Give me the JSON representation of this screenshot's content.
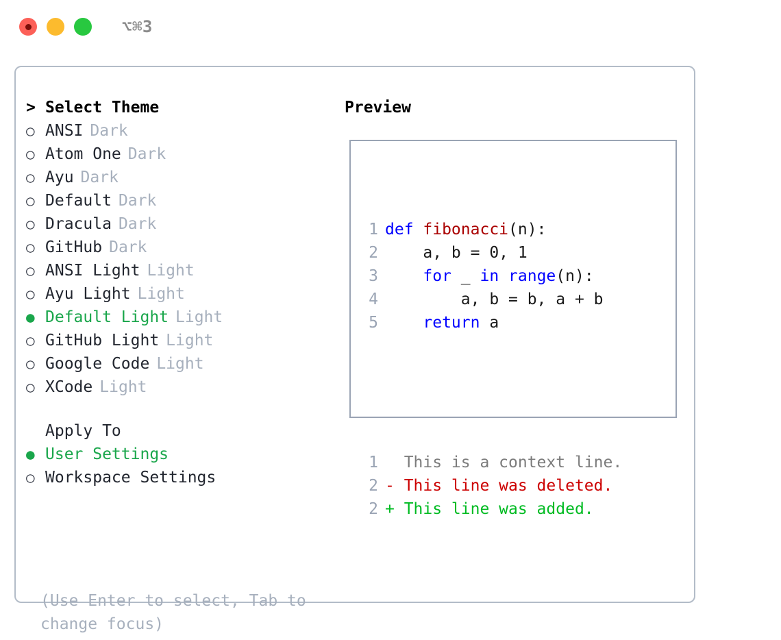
{
  "titlebar": {
    "shortcut": "⌥⌘3",
    "buttons": [
      {
        "name": "close",
        "color": "#fc6058"
      },
      {
        "name": "minimize",
        "color": "#fcbb2e"
      },
      {
        "name": "maximize",
        "color": "#28c840"
      }
    ]
  },
  "colors": {
    "selected_green": "#1aa64b",
    "muted_gray": "#a7b0bd",
    "border": "#b3bcc8",
    "preview_border": "#9aa4b4",
    "keyword_blue": "#0000ff",
    "function_red": "#aa0000",
    "diff_delete": "#cc0000",
    "diff_add": "#00bb22"
  },
  "theme_list": {
    "header_marker": ">",
    "header": "Select Theme",
    "marker_unselected": "○",
    "marker_selected": "●",
    "items": [
      {
        "label": "ANSI",
        "tag": "Dark",
        "selected": false
      },
      {
        "label": "Atom One",
        "tag": "Dark",
        "selected": false
      },
      {
        "label": "Ayu",
        "tag": "Dark",
        "selected": false
      },
      {
        "label": "Default",
        "tag": "Dark",
        "selected": false
      },
      {
        "label": "Dracula",
        "tag": "Dark",
        "selected": false
      },
      {
        "label": "GitHub",
        "tag": "Dark",
        "selected": false
      },
      {
        "label": "ANSI Light",
        "tag": "Light",
        "selected": false
      },
      {
        "label": "Ayu Light",
        "tag": "Light",
        "selected": false
      },
      {
        "label": "Default Light",
        "tag": "Light",
        "selected": true
      },
      {
        "label": "GitHub Light",
        "tag": "Light",
        "selected": false
      },
      {
        "label": "Google Code",
        "tag": "Light",
        "selected": false
      },
      {
        "label": "XCode",
        "tag": "Light",
        "selected": false
      }
    ]
  },
  "apply_to": {
    "header": "Apply To",
    "items": [
      {
        "label": "User Settings",
        "selected": true
      },
      {
        "label": "Workspace Settings",
        "selected": false
      }
    ]
  },
  "hint": "(Use Enter to select, Tab to change focus)",
  "preview": {
    "title": "Preview",
    "code_lines": [
      {
        "num": "1",
        "segments": [
          {
            "text": "def ",
            "style": "kw"
          },
          {
            "text": "fibonacci",
            "style": "fn"
          },
          {
            "text": "(n):",
            "style": "pl"
          }
        ]
      },
      {
        "num": "2",
        "segments": [
          {
            "text": "    a, b = 0, 1",
            "style": "pl"
          }
        ]
      },
      {
        "num": "3",
        "segments": [
          {
            "text": "    ",
            "style": "pl"
          },
          {
            "text": "for",
            "style": "kw"
          },
          {
            "text": " _ ",
            "style": "pl"
          },
          {
            "text": "in",
            "style": "kw"
          },
          {
            "text": " ",
            "style": "pl"
          },
          {
            "text": "range",
            "style": "kw"
          },
          {
            "text": "(n):",
            "style": "pl"
          }
        ]
      },
      {
        "num": "4",
        "segments": [
          {
            "text": "        a, b = b, a + b",
            "style": "pl"
          }
        ]
      },
      {
        "num": "5",
        "segments": [
          {
            "text": "    ",
            "style": "pl"
          },
          {
            "text": "return",
            "style": "kw"
          },
          {
            "text": " a",
            "style": "pl"
          }
        ]
      }
    ],
    "diff_lines": [
      {
        "num": "1",
        "prefix": "  ",
        "text": "This is a context line.",
        "style": "diff-ctx"
      },
      {
        "num": "2",
        "prefix": "- ",
        "text": "This line was deleted.",
        "style": "diff-del"
      },
      {
        "num": "2",
        "prefix": "+ ",
        "text": "This line was added.",
        "style": "diff-add"
      }
    ]
  }
}
